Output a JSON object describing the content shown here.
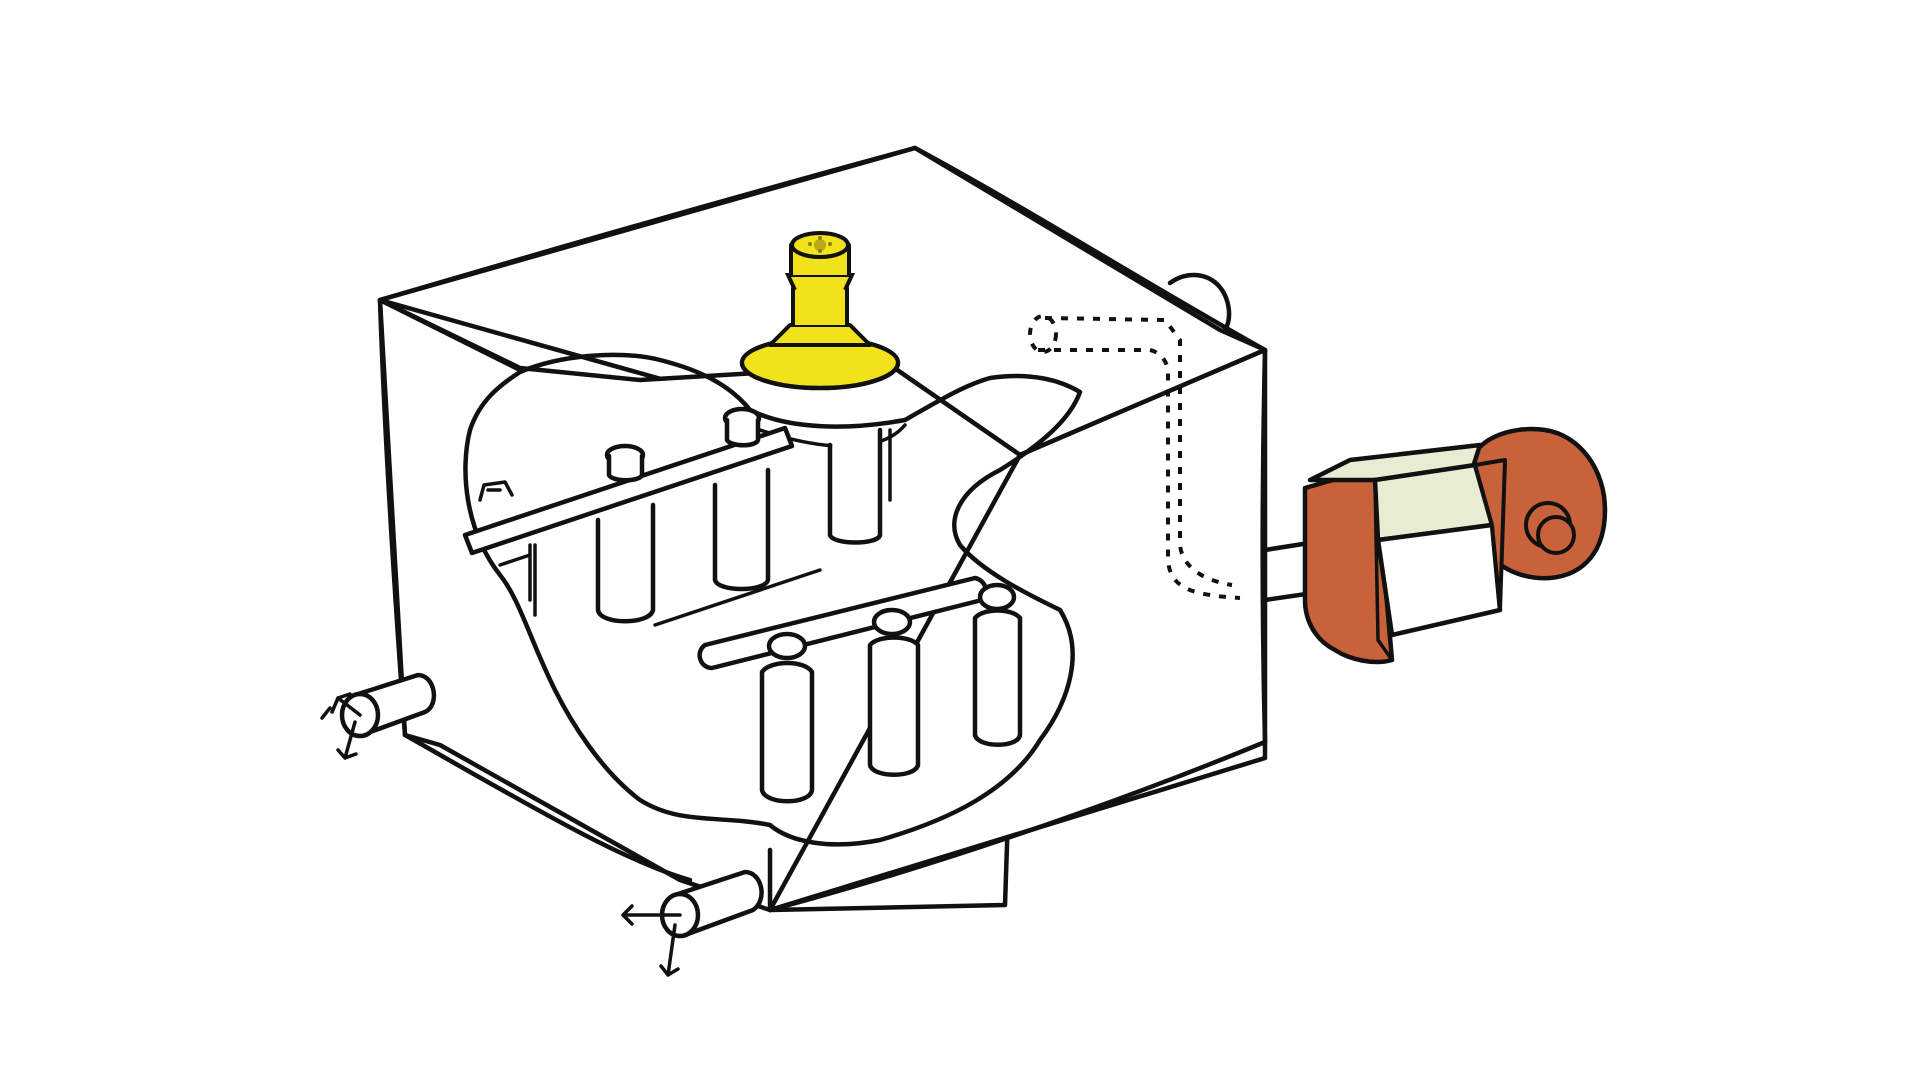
{
  "diagram": {
    "colors": {
      "background": "#ffffff",
      "line": "#111111",
      "spray_nozzle": "#f2e21c",
      "motor_housing": "#c8623a",
      "motor_panel": "#e7ecd2"
    },
    "parts": [
      "tank-body",
      "spray-nozzle",
      "upper-manifold-pipe",
      "lower-manifold-pipe",
      "upright-cylinders",
      "internal-dashed-pipe",
      "drive-motor",
      "drive-shaft",
      "drain-outlets"
    ]
  }
}
